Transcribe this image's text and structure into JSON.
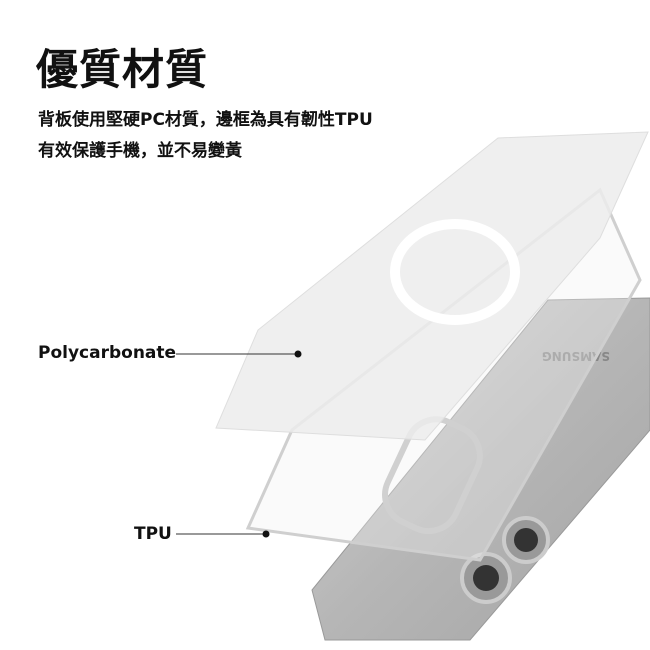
{
  "title": "優質材質",
  "description": {
    "line1": "背板使用堅硬PC材質，邊框為具有韌性TPU",
    "line2": "有效保護手機，並不易變黃"
  },
  "labels": {
    "polycarbonate": "Polycarbonate",
    "tpu": "TPU"
  },
  "phone_brand": "SAMSUNG",
  "colors": {
    "phone": "#b9b9b9",
    "plate": "#eeeeee",
    "text": "#111111"
  }
}
